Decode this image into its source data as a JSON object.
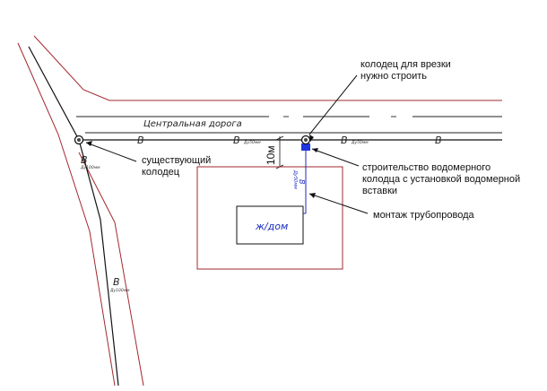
{
  "road": {
    "name": "Центральная дорога"
  },
  "pipes": {
    "letter": "В",
    "diameter_main": "Ду100мм",
    "diameter_branch": "Ду50мм",
    "diameter_service": "Ду50мм"
  },
  "house": {
    "label": "ж/дом"
  },
  "dimension": {
    "label": "10м"
  },
  "callouts": {
    "new_well": [
      "колодец для врезки",
      "нужно строить"
    ],
    "existing_well": [
      "существующий",
      "колодец"
    ],
    "meter_well": [
      "строительство водомерного",
      "колодца с установкой водомерной",
      "вставки"
    ],
    "pipeline": [
      "монтаж трубопровода"
    ]
  },
  "colors": {
    "boundary": "#a3282f",
    "pipe": "#111111",
    "service": "#1a2bbf",
    "meter": "#1f35e0"
  }
}
